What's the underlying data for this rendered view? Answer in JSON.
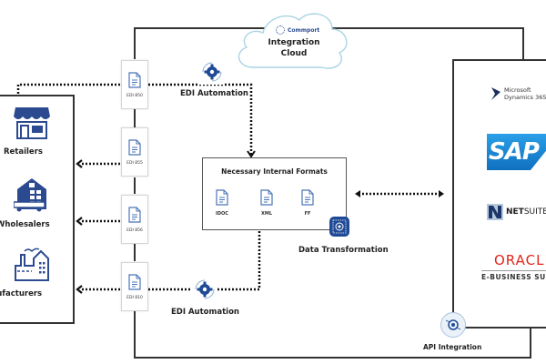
{
  "cloud": {
    "brand": "Commport",
    "title_line1": "Integration",
    "title_line2": "Cloud"
  },
  "partners": [
    {
      "name": "Retailers",
      "icon": "store-icon"
    },
    {
      "name": "Wholesalers",
      "icon": "warehouse-truck-icon"
    },
    {
      "name": "Manufacturers",
      "icon": "factory-icon"
    }
  ],
  "edi_documents": [
    "EDI 850",
    "EDI 855",
    "EDI 856",
    "EDI 810"
  ],
  "automation": {
    "top_label": "EDI Automation",
    "bottom_label": "EDI Automation"
  },
  "internal_formats": {
    "title": "Necessary Internal Formats",
    "formats": [
      "IDOC",
      "XML",
      "FF"
    ],
    "transformation_label": "Data Transformation"
  },
  "erp_systems": {
    "microsoft": {
      "line1": "Microsoft",
      "line2": "Dynamics 365"
    },
    "sap": "SAP",
    "netsuite": {
      "bold": "NET",
      "rest": "SUITE"
    },
    "oracle": {
      "line1": "ORACLE",
      "line2": "E-BUSINESS SUITE"
    }
  },
  "api_label": "API Integration",
  "colors": {
    "icon_blue": "#2b4a8f",
    "cloud_stroke": "#a9d4e4",
    "sap_blue": "#1a8bd4",
    "oracle_red": "#e0261b",
    "line": "#333333"
  }
}
